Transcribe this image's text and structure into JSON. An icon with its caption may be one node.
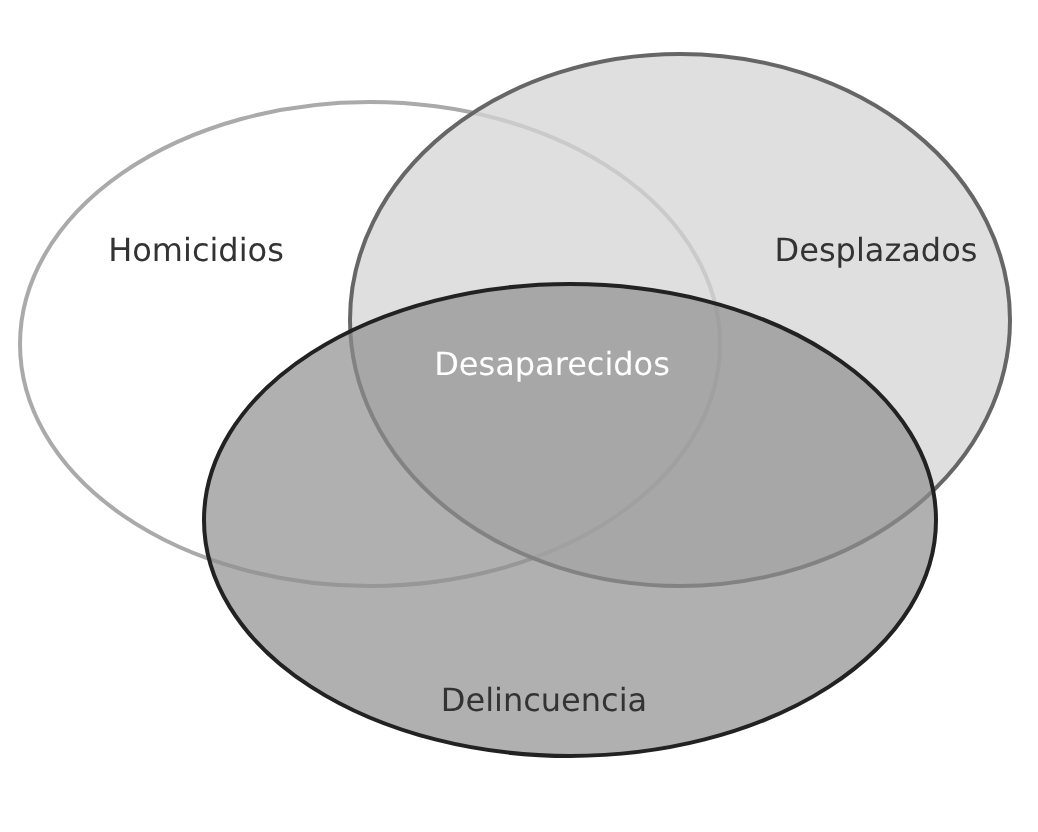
{
  "diagram": {
    "nodes": [
      {
        "text": [
          "Homicidios"
        ]
      },
      {
        "text": [
          "Desplazados"
        ]
      },
      {
        "text": [
          "Delincuencia"
        ]
      }
    ],
    "edges": [],
    "labels": [
      "Desaparecidos"
    ]
  }
}
